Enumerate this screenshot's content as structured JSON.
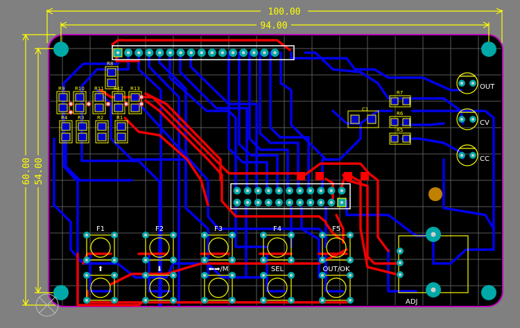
{
  "dimensions": {
    "outer_width": "100.00",
    "inner_width": "94.00",
    "outer_height": "60.00",
    "inner_height": "54.00"
  },
  "buttons": {
    "top_row": [
      "F1",
      "F2",
      "F3",
      "F4",
      "F5"
    ],
    "bottom_row": [
      "⬆",
      "⬇",
      "⬅➡/M",
      "SEL",
      "OUT/OK"
    ]
  },
  "resistors": [
    "R9",
    "R10",
    "R11",
    "R12",
    "R13",
    "R8",
    "R4",
    "R3",
    "R2",
    "R1",
    "R7",
    "R6",
    "R5"
  ],
  "capacitor": "C1",
  "leds": [
    "OUT",
    "CV",
    "CC"
  ],
  "pot_label": "ADJ",
  "colors": {
    "background": "#808080",
    "board": "#000000",
    "outline": "#c000c0",
    "top_copper": "#ff0000",
    "bottom_copper": "#0000ff",
    "pad": "#00aaaa",
    "silkscreen": "#ffff00",
    "grid": "#5a5a5a"
  }
}
